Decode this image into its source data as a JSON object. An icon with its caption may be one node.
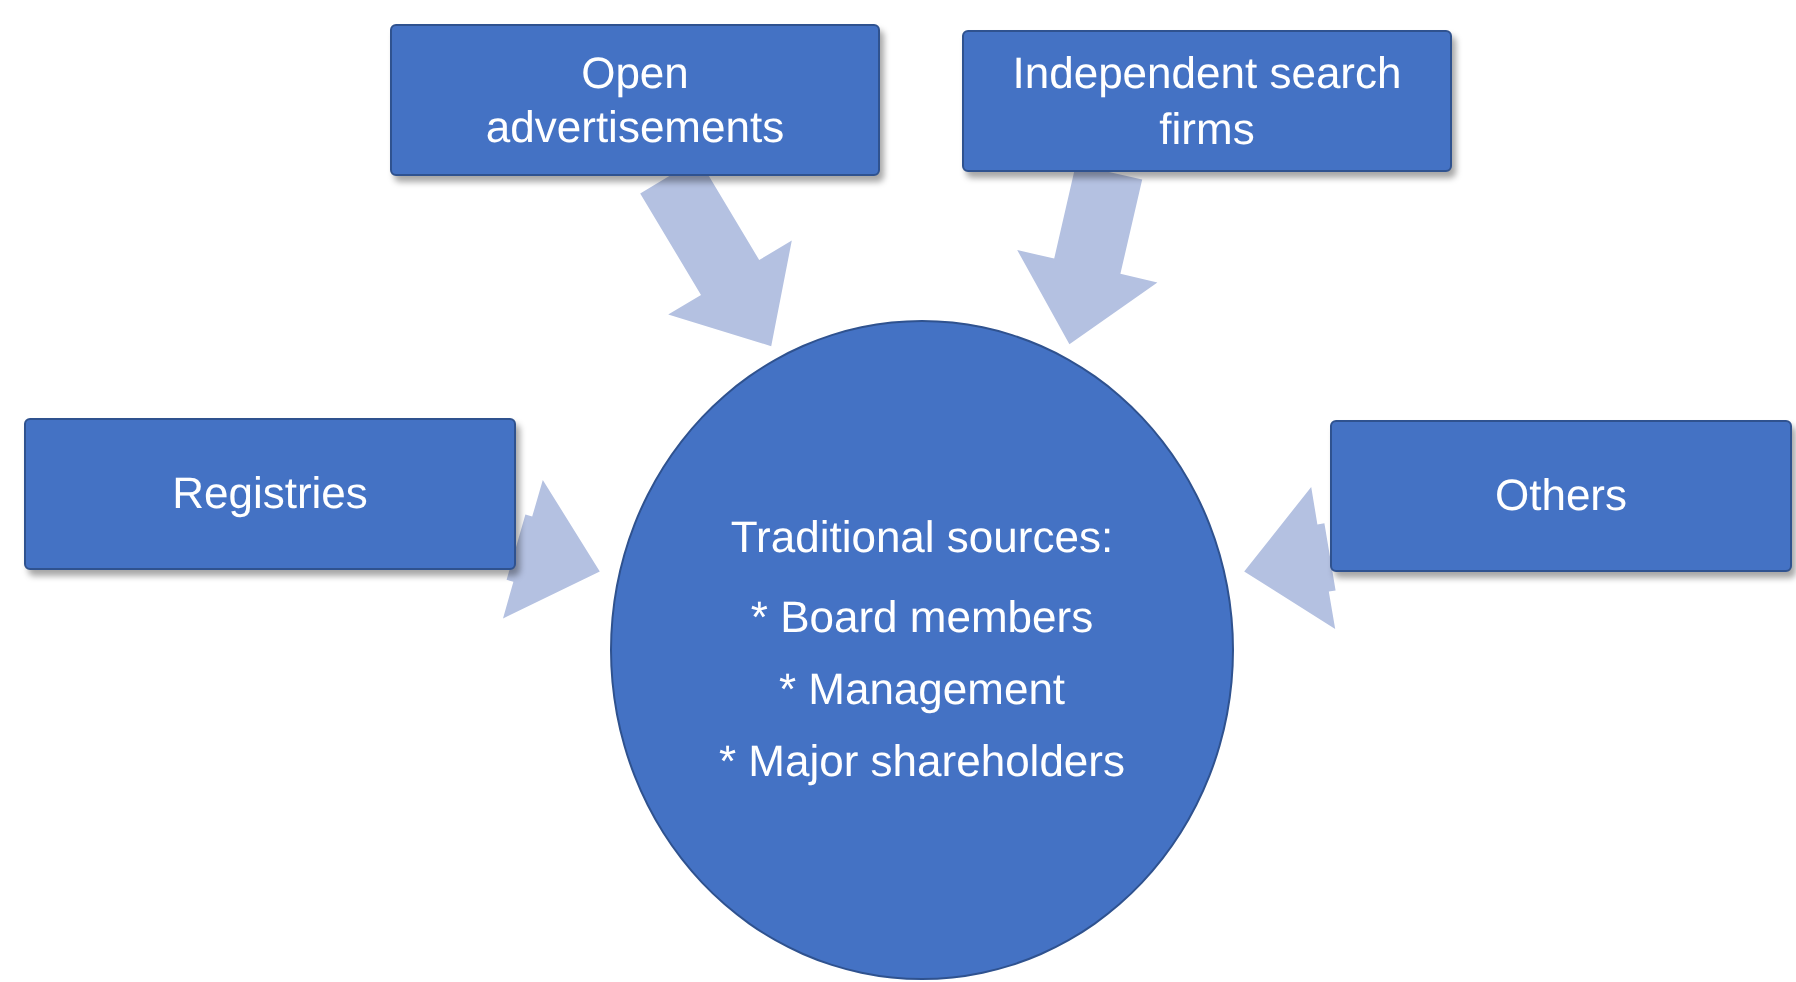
{
  "diagram": {
    "nodes": [
      {
        "text": [
          "Open advertisements"
        ]
      },
      {
        "text": [
          "Independent search firms"
        ]
      },
      {
        "text": [
          "Registries"
        ]
      },
      {
        "text": [
          "Others"
        ]
      },
      {
        "text": [
          "Traditional sources:",
          "* Board members",
          "* Management",
          "* Major shareholders"
        ]
      }
    ],
    "edges": [
      {
        "from": 0,
        "to": 4,
        "arrow": "to",
        "style": "thick",
        "color": "#b4c1e1"
      },
      {
        "from": 1,
        "to": 4,
        "arrow": "to",
        "style": "thick",
        "color": "#b4c1e1"
      },
      {
        "from": 2,
        "to": 4,
        "arrow": "to",
        "style": "thick",
        "color": "#b4c1e1"
      },
      {
        "from": 3,
        "to": 4,
        "arrow": "to",
        "style": "thick",
        "color": "#b4c1e1"
      }
    ]
  }
}
